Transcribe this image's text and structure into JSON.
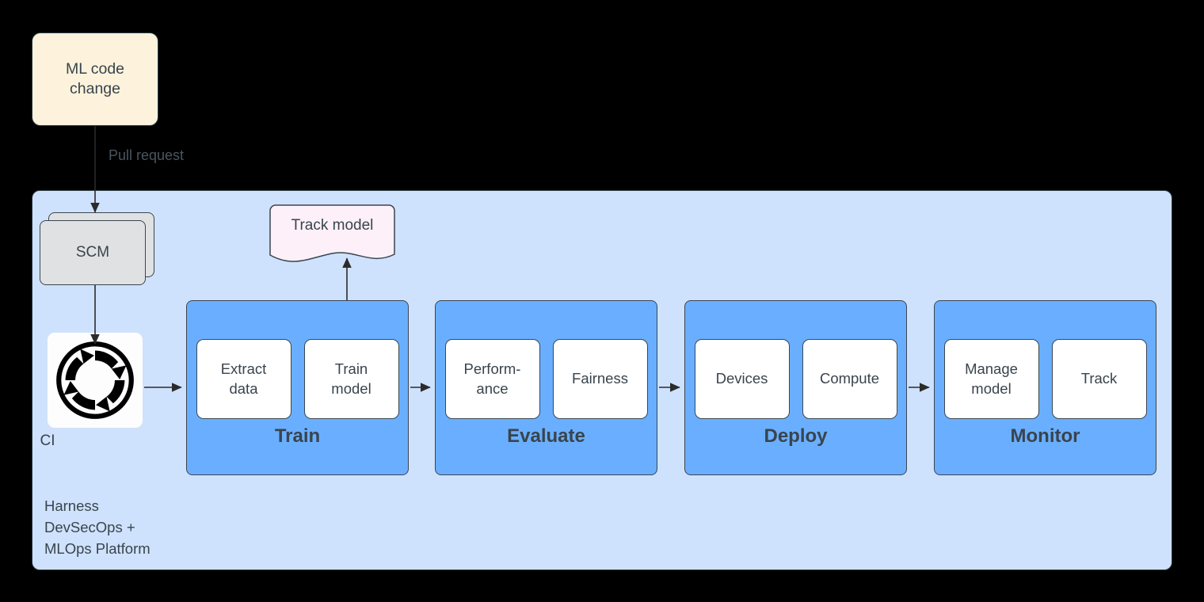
{
  "colors": {
    "page_background": "#000000",
    "platform_panel_fill": "#cfe2fd",
    "stage_fill": "#6aafff",
    "substep_fill": "#ffffff",
    "ml_code_change_fill": "#fdf2dc",
    "scm_fill": "#e0e1e2",
    "track_model_fill": "#fdf0f8",
    "ci_icon_background": "#fdfdfd",
    "text": "#39444d",
    "border": "#3a4650",
    "connector": "#2b2b2b"
  },
  "nodes": {
    "ml_code_change": {
      "label": "ML code\nchange"
    },
    "scm": {
      "label": "SCM"
    },
    "ci": {
      "label": "CI",
      "icon": "continuous-integration-cycle-icon"
    },
    "track_model": {
      "label": "Track model"
    }
  },
  "edges": [
    {
      "from": "ml_code_change",
      "to": "scm",
      "label": "Pull request"
    },
    {
      "from": "scm",
      "to": "ci",
      "label": ""
    },
    {
      "from": "ci",
      "to": "train",
      "label": ""
    },
    {
      "from": "train",
      "to": "evaluate",
      "label": ""
    },
    {
      "from": "evaluate",
      "to": "deploy",
      "label": ""
    },
    {
      "from": "deploy",
      "to": "monitor",
      "label": ""
    },
    {
      "from": "train",
      "to": "track_model",
      "label": ""
    }
  ],
  "platform": {
    "caption": "Harness\nDevSecOps +\nMLOps Platform"
  },
  "stages": [
    {
      "id": "train",
      "label": "Train",
      "substeps": [
        {
          "label": "Extract\ndata"
        },
        {
          "label": "Train\nmodel"
        }
      ]
    },
    {
      "id": "evaluate",
      "label": "Evaluate",
      "substeps": [
        {
          "label": "Perform-\nance"
        },
        {
          "label": "Fairness"
        }
      ]
    },
    {
      "id": "deploy",
      "label": "Deploy",
      "substeps": [
        {
          "label": "Devices"
        },
        {
          "label": "Compute"
        }
      ]
    },
    {
      "id": "monitor",
      "label": "Monitor",
      "substeps": [
        {
          "label": "Manage\nmodel"
        },
        {
          "label": "Track"
        }
      ]
    }
  ]
}
